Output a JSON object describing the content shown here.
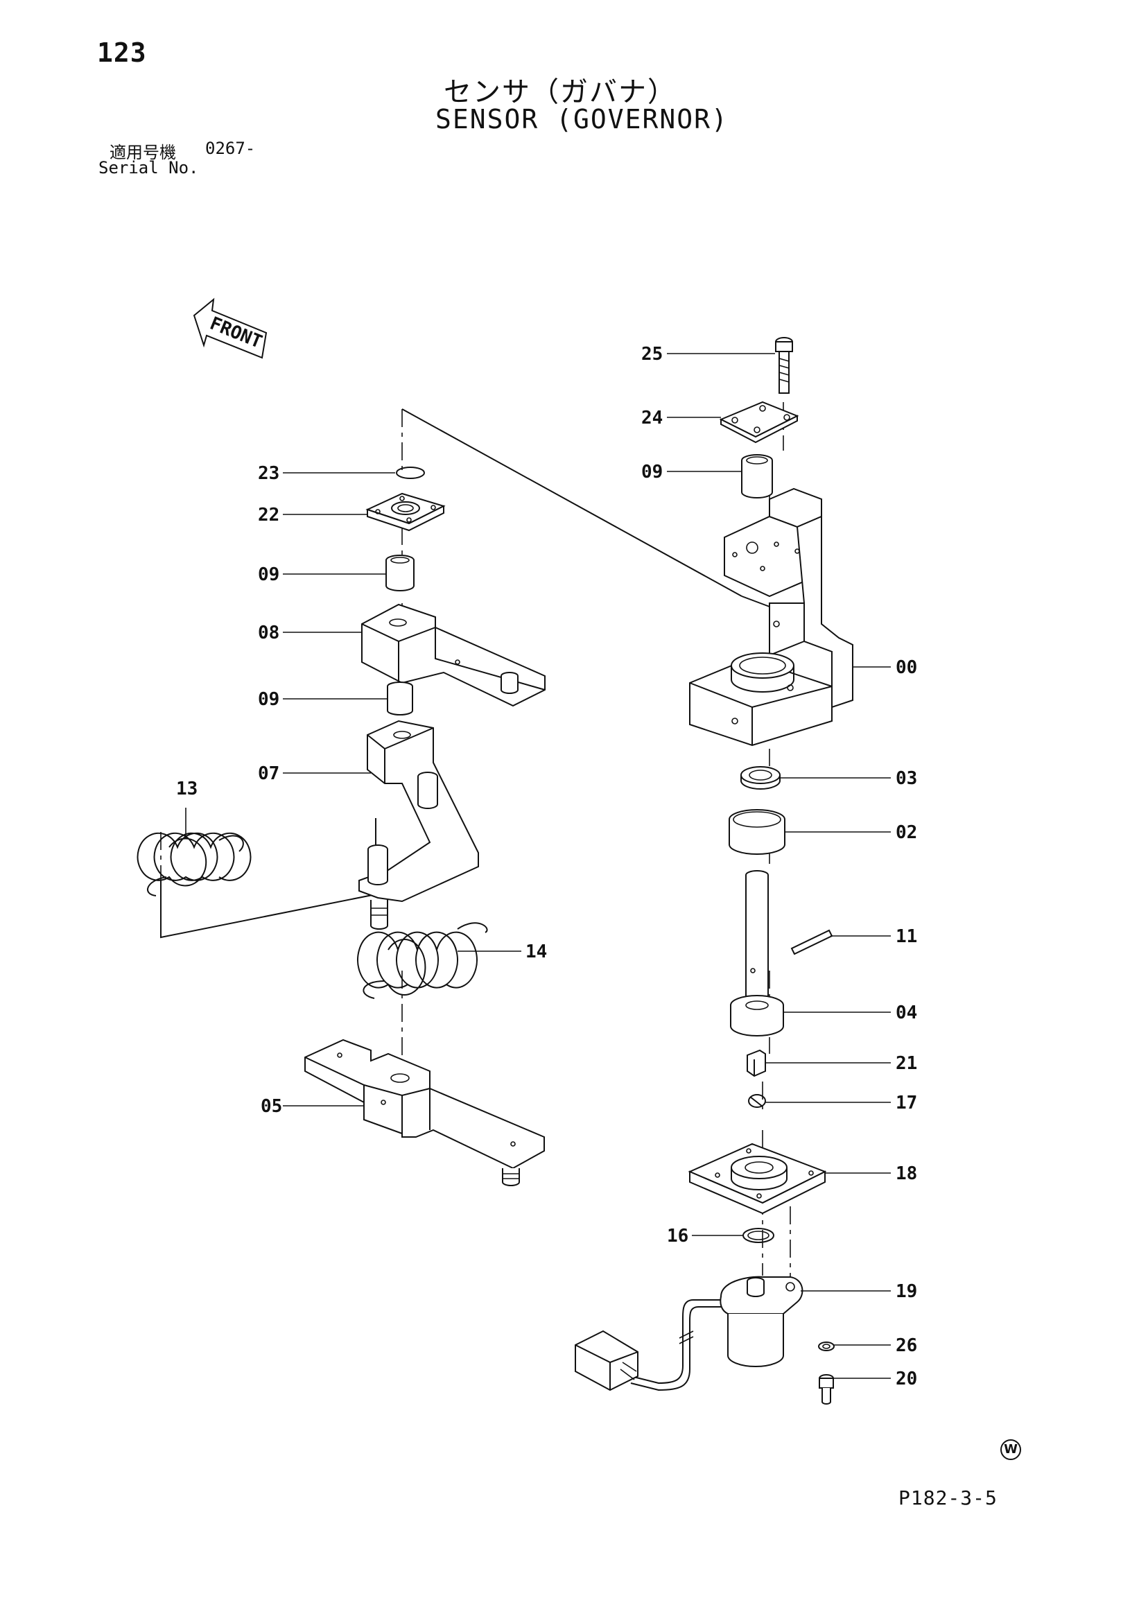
{
  "header": {
    "page_number": "123",
    "title_jp": "センサ（ガバナ）",
    "title_en": "SENSOR (GOVERNOR)",
    "serial_label_jp": "適用号機",
    "serial_value": "0267-",
    "serial_label_en": "Serial No."
  },
  "diagram": {
    "front_label": "FRONT",
    "callouts": [
      "25",
      "24",
      "09",
      "23",
      "22",
      "09",
      "08",
      "09",
      "07",
      "13",
      "14",
      "05",
      "00",
      "03",
      "02",
      "11",
      "04",
      "21",
      "17",
      "18",
      "16",
      "19",
      "26",
      "20"
    ]
  },
  "footer": {
    "page_code": "P182-3-5",
    "mark": "W"
  }
}
